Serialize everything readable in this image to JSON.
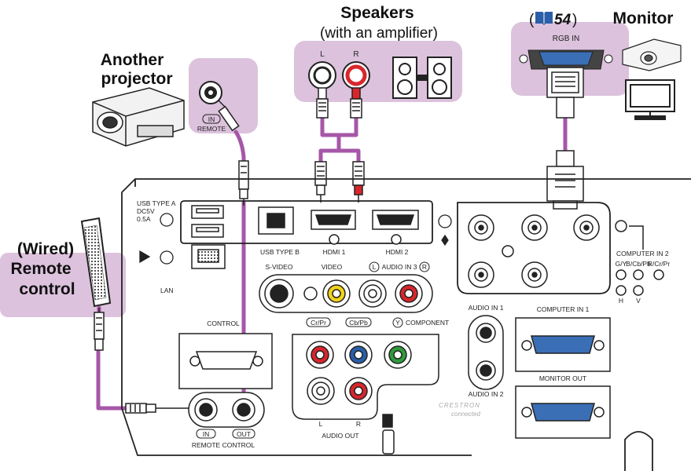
{
  "devices": {
    "speakers_title": "Speakers",
    "speakers_sub": "(with an amplifier)",
    "speaker_left": "L",
    "speaker_right": "R",
    "page_ref_open": "(",
    "page_ref_num": "54",
    "page_ref_close": ")",
    "monitor": "Monitor",
    "rgb_in": "RGB IN",
    "another_line1": "Another",
    "another_line2": "projector",
    "remote_in_badge": "IN",
    "remote_label": "REMOTE",
    "wired_line1": "(Wired)",
    "wired_line2": "Remote",
    "wired_line3": "control"
  },
  "panel": {
    "usb_a_line1": "USB TYPE A",
    "usb_a_line2": "DC5V",
    "usb_a_line3": "0.5A",
    "usb_b": "USB TYPE B",
    "hdmi1": "HDMI 1",
    "hdmi2": "HDMI 2",
    "lan": "LAN",
    "svideo": "S-VIDEO",
    "video": "VIDEO",
    "audio_in3_l": "L",
    "audio_in3": "AUDIO IN 3",
    "audio_in3_r": "R",
    "control": "CONTROL",
    "cr_pr": "Cr/Pr",
    "cb_pb": "Cb/Pb",
    "y": "Y",
    "component": "COMPONENT",
    "audio_out_l": "L",
    "audio_out_r": "R",
    "audio_out": "AUDIO OUT",
    "remote_in": "IN",
    "remote_out": "OUT",
    "remote_control": "REMOTE CONTROL",
    "audio_in1": "AUDIO IN 1",
    "audio_in2": "AUDIO IN 2",
    "computer_in1": "COMPUTER IN 1",
    "monitor_out": "MONITOR OUT",
    "computer_in2": "COMPUTER IN 2",
    "ci2_gy": "G/Y",
    "ci2_bcb": "B/Cb/Pb",
    "ci2_rcr": "R/Cr/Pr",
    "ci2_h": "H",
    "ci2_v": "V",
    "crestron": "CRESTRON",
    "connected": "connected"
  },
  "colors": {
    "highlight": "#dcc2dd",
    "cable": "#a657a8",
    "panel_line": "#222222",
    "rca_red": "#d8262c",
    "rca_yellow": "#f2d21b",
    "rca_green": "#2f9a3c",
    "rca_blue": "#2a5ea8",
    "vga_blue": "#3a6fb6"
  }
}
